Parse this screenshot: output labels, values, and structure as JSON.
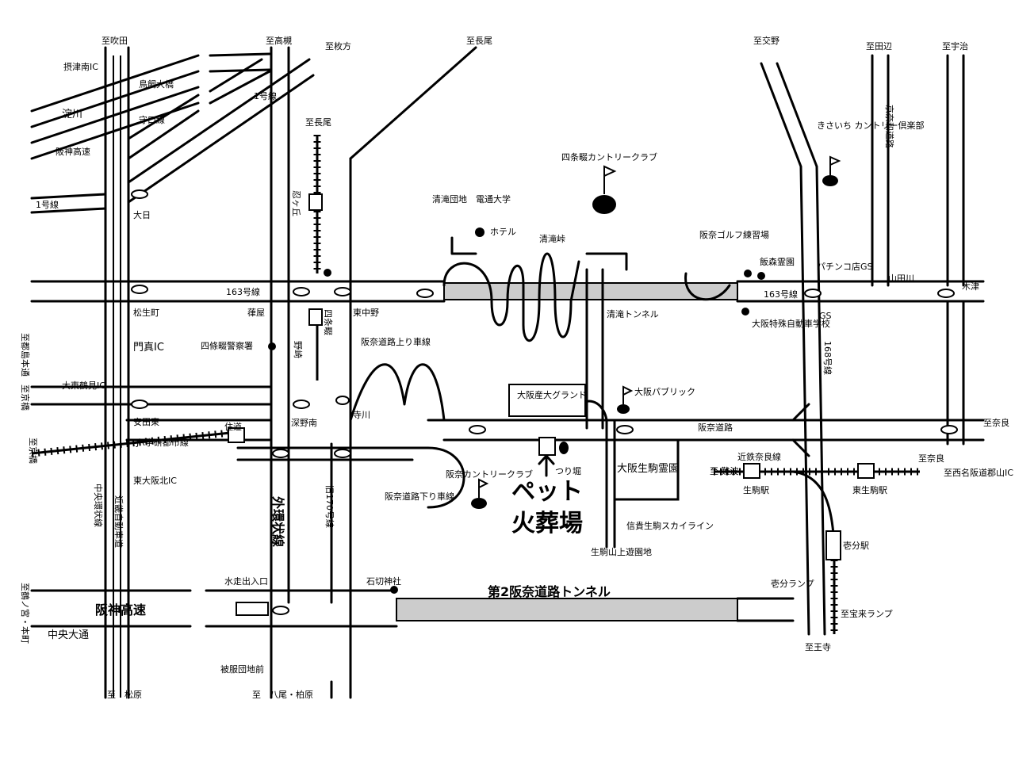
{
  "edge_labels": {
    "to_suita": "至吹田",
    "to_takatsuki": "至高槻",
    "to_hirakata": "至枚方",
    "to_nagao_top": "至長尾",
    "to_katano": "至交野",
    "to_tanabe": "至田辺",
    "to_uji": "至宇治",
    "to_miyakojima": "至都島本通",
    "to_kyobashi": "至京橋",
    "to_kyobashi2": "至京橋",
    "to_ichinomiya": "至鶴ノ宮・本町",
    "to_matsubara": "至　松原",
    "to_yao": "至　八尾・柏原",
    "to_nara": "至奈良",
    "to_kizu": "木津",
    "to_oji": "至王寺",
    "to_nara_rail": "至奈良",
    "to_koriyama": "至西名阪道郡山IC",
    "to_namba": "至 難波",
    "to_takara": "至宝来ランプ",
    "to_nagao": "至長尾"
  },
  "roads": {
    "yodogawa": "淀川",
    "hanshin_top": "阪神高速",
    "r1_left": "1号線",
    "r1_top": "1号線",
    "moriguchi": "守口線",
    "torikai": "鳥飼大橋",
    "r163_left": "163号線",
    "r163_right": "163号線",
    "r168": "168号線",
    "hanna_road": "阪奈道路",
    "hanna_up": "阪奈道路上り車線",
    "hanna_down": "阪奈道路下り車線",
    "old170": "旧170号線",
    "outer_ring": "外環状線",
    "chuo_kanjo": "中央環状線",
    "kinki_exp": "近畿自動車道",
    "hanshin_bottom": "阪神高速",
    "chuo_odori": "中央大通",
    "kyonawa": "京奈和道路",
    "skyline": "信貴生駒スカイライン",
    "tunnel2": "第2阪奈道路トンネル",
    "kiyotaki_tunnel": "清滝トンネル",
    "kiyotaki_pass": "清滝峠",
    "yamadagawa": "山田川",
    "gs1": "パチンコ店GS",
    "gs2": "GS"
  },
  "places": {
    "settsu_ic": "摂津南IC",
    "ohi": "大日",
    "matsuoicho": "松生町",
    "kadoma_ic": "門真IC",
    "daito_ic": "大東鶴見IC",
    "yasuda": "安田東",
    "jr_line": "JR学研都市線",
    "higashiosaka_ic": "東大阪北IC",
    "nirayama": "葎屋",
    "shinobugaoka": "忍ヶ丘",
    "shijonawate_stn": "四条畷",
    "nozaki": "野崎",
    "police": "四條畷警察署",
    "fukanominami": "深野南",
    "higashinakano": "東中野",
    "terakawa": "寺川",
    "kiyotaki_danchi": "清滝団地",
    "dentsu": "電通大学",
    "hotel": "ホテル",
    "shijo_cc": "四条畷カントリークラブ",
    "hanna_golf": "阪奈ゴルフ練習場",
    "iimori": "飯森霊園",
    "driving_school": "大阪特殊自動車学校",
    "kisaichi": "きさいち カントリー倶楽部",
    "sandai": "大阪産大グランド",
    "osaka_public": "大阪パブリック",
    "reien": "大阪生駒霊園",
    "hanna_cc": "阪奈カントリークラブ",
    "tsuribori": "つり堀",
    "pet1": "ペット",
    "pet2": "火葬場",
    "ikoma_yuen": "生駒山上遊園地",
    "kintetsu": "近鉄奈良線",
    "ikoma_stn": "生駒駅",
    "higashi_ikoma": "東生駒駅",
    "ichibu_stn": "壱分駅",
    "ichibu_ramp": "壱分ランプ",
    "ishikiri": "石切神社",
    "mizuhai": "水走出入口",
    "hifuku": "被服団地前",
    "sumido": "住道"
  }
}
